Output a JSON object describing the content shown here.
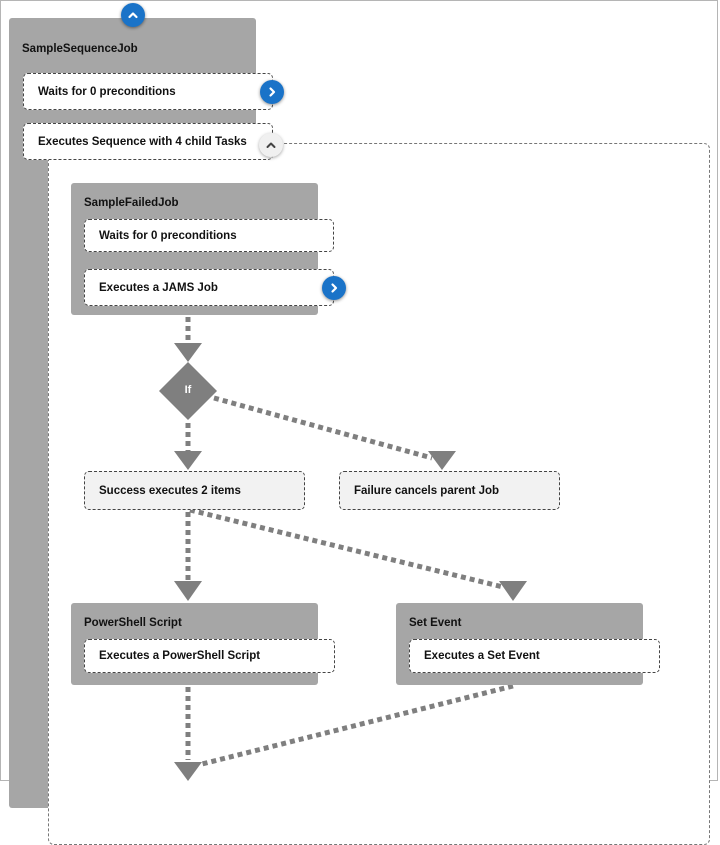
{
  "workflow": {
    "job_title": "SampleSequenceJob",
    "preconditions_label": "Waits for 0 preconditions",
    "sequence_label": "Executes Sequence with 4 child Tasks"
  },
  "failed_job": {
    "title": "SampleFailedJob",
    "preconditions_label": "Waits for 0 preconditions",
    "executes_label": "Executes a JAMS Job"
  },
  "condition": {
    "label": "If",
    "success_label": "Success executes 2 items",
    "failure_label": "Failure cancels parent Job"
  },
  "powershell_task": {
    "title": "PowerShell Script",
    "executes_label": "Executes a PowerShell Script"
  },
  "set_event_task": {
    "title": "Set Event",
    "executes_label": "Executes a Set Event"
  },
  "icons": {
    "expand": "chevron-right-icon",
    "collapse": "chevron-up-icon"
  },
  "colors": {
    "panel": "#a6a6a6",
    "connector": "#7f7f7f",
    "button": "#1a73c8"
  }
}
